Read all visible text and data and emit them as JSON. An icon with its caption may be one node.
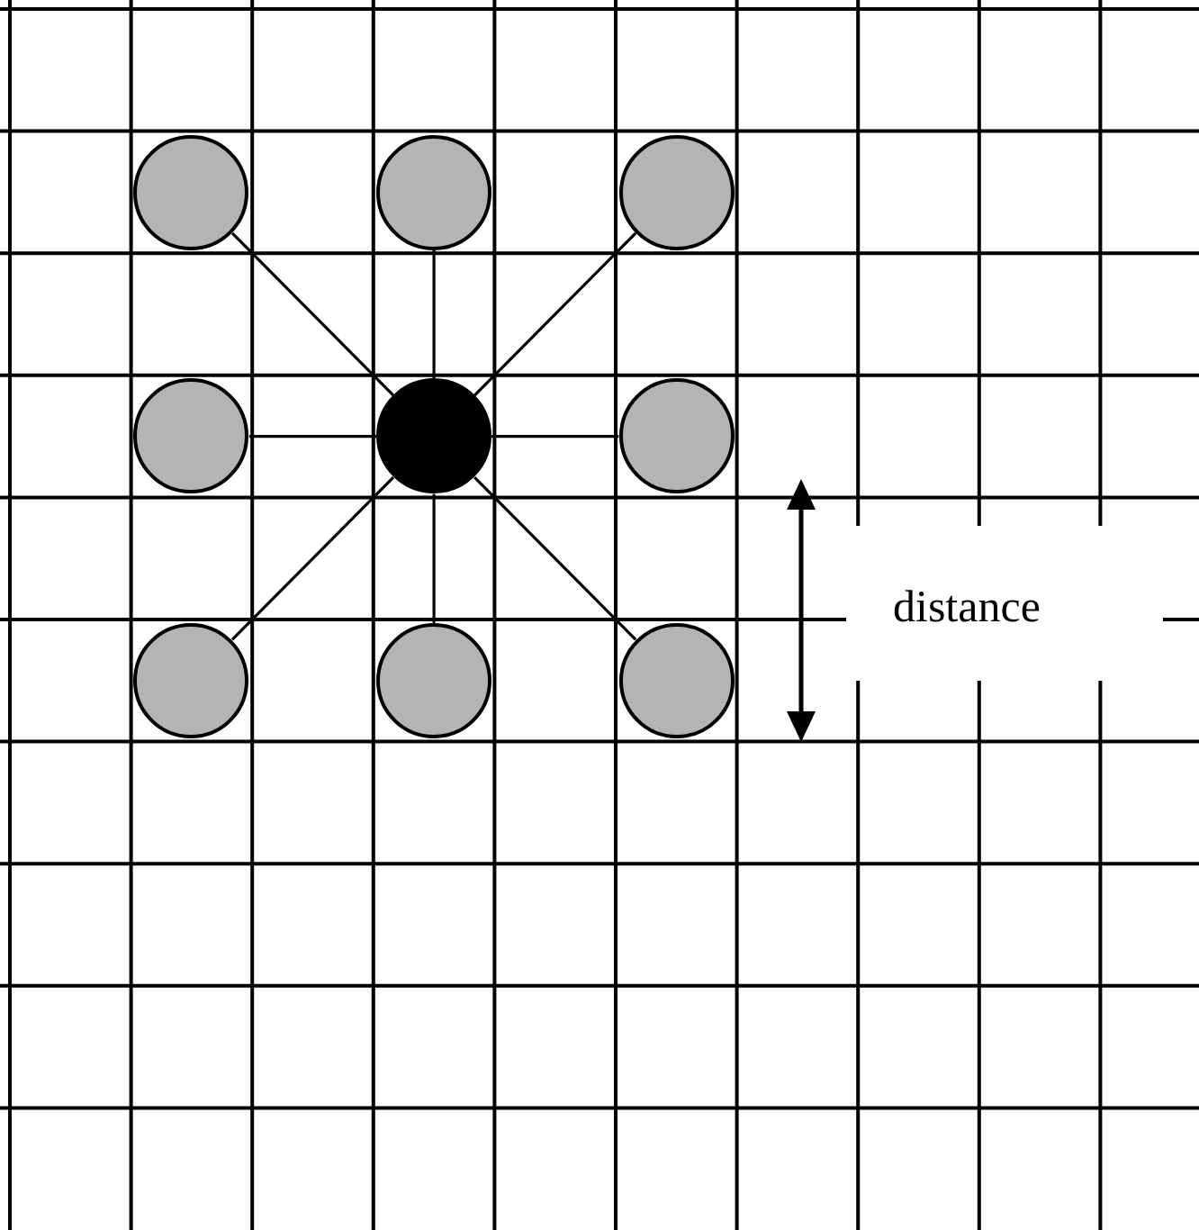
{
  "diagram": {
    "nodes": [
      {
        "text": [],
        "shape": "circle"
      },
      {
        "text": [],
        "shape": "circle"
      },
      {
        "text": [],
        "shape": "circle"
      },
      {
        "text": [],
        "shape": "circle"
      },
      {
        "text": [],
        "shape": "circle"
      },
      {
        "text": [],
        "shape": "circle"
      },
      {
        "text": [],
        "shape": "circle"
      },
      {
        "text": [],
        "shape": "circle"
      },
      {
        "text": [],
        "shape": "circle"
      }
    ],
    "edges": [
      {
        "from": 4,
        "to": 0,
        "arrow": "none"
      },
      {
        "from": 4,
        "to": 1,
        "arrow": "none"
      },
      {
        "from": 4,
        "to": 2,
        "arrow": "none"
      },
      {
        "from": 4,
        "to": 3,
        "arrow": "none"
      },
      {
        "from": 4,
        "to": 5,
        "arrow": "none"
      },
      {
        "from": 4,
        "to": 6,
        "arrow": "none"
      },
      {
        "from": 4,
        "to": 7,
        "arrow": "none"
      },
      {
        "from": 4,
        "to": 8,
        "arrow": "none"
      }
    ],
    "labels": [
      "distance"
    ]
  }
}
